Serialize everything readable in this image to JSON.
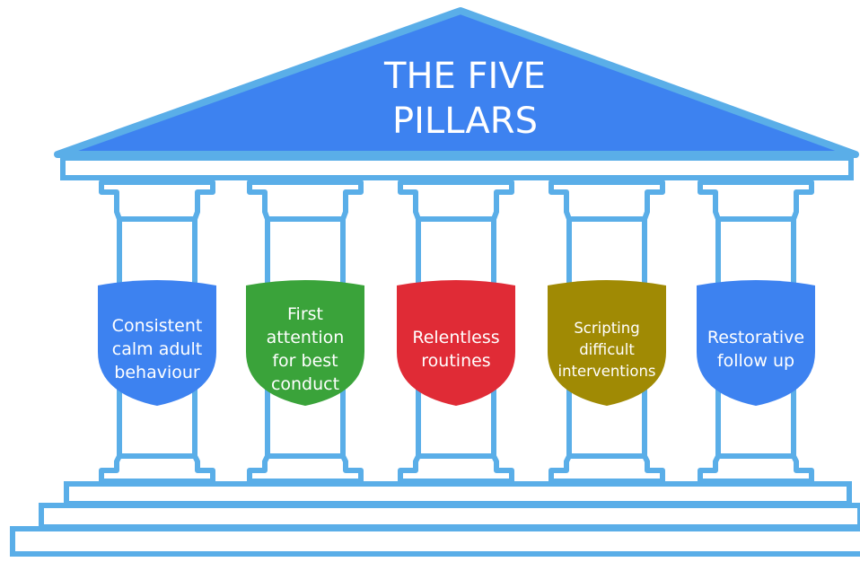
{
  "title": {
    "line1": "THE FIVE",
    "line2": "PILLARS"
  },
  "colors": {
    "roof": "#3d82f0",
    "outline": "#5aaee8",
    "column_fill": "#ffffff"
  },
  "pillars": [
    {
      "lines": [
        "Consistent",
        "calm adult",
        "behaviour"
      ],
      "color": "#3d82f0"
    },
    {
      "lines": [
        "First",
        "attention",
        "for best",
        "conduct"
      ],
      "color": "#3aa33a"
    },
    {
      "lines": [
        "Relentless",
        "routines"
      ],
      "color": "#e02b36"
    },
    {
      "lines": [
        "Scripting",
        "difficult",
        "interventions"
      ],
      "color": "#a08a04"
    },
    {
      "lines": [
        "Restorative",
        "follow up"
      ],
      "color": "#3d82f0"
    }
  ]
}
